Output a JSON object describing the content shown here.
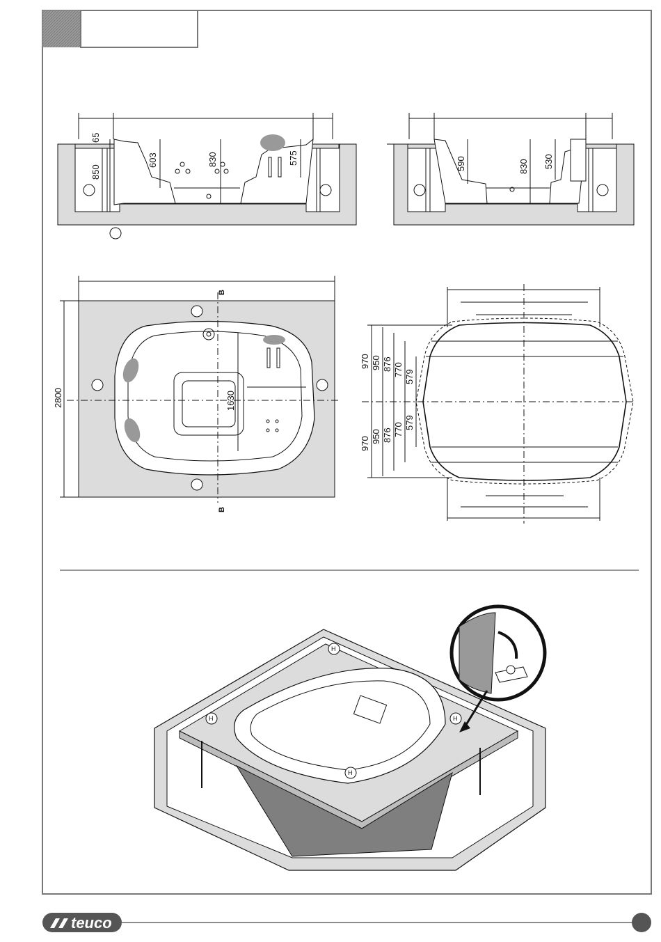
{
  "header": {
    "title_box": ""
  },
  "top_left_section": {
    "dims": {
      "d65": "65",
      "d850": "850",
      "d603": "603",
      "d830": "830",
      "d575": "575"
    }
  },
  "top_right_section": {
    "dims": {
      "d590": "590",
      "d830": "830",
      "d530": "530"
    }
  },
  "plan_view": {
    "dims": {
      "d2800": "2800",
      "d1630": "1630"
    },
    "section_marker": "B"
  },
  "shape_view": {
    "dims_upper": [
      "970",
      "950",
      "876",
      "770",
      "579"
    ],
    "dims_lower": [
      "970",
      "950",
      "876",
      "770",
      "579"
    ]
  },
  "install_view": {
    "marker": "H"
  },
  "footer": {
    "brand": "teuco"
  }
}
